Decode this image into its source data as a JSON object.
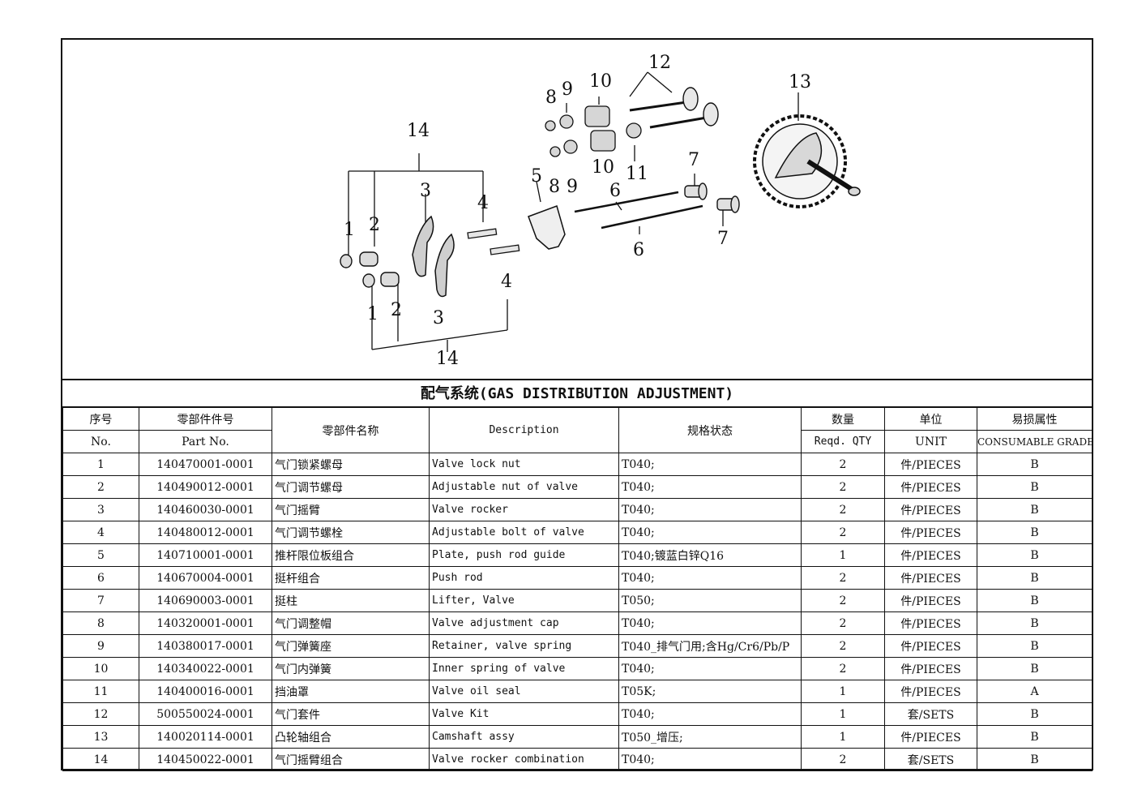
{
  "figure": {
    "callouts": [
      "1",
      "2",
      "3",
      "4",
      "5",
      "6",
      "7",
      "8",
      "9",
      "10",
      "11",
      "12",
      "13",
      "14"
    ]
  },
  "title": "配气系统(GAS DISTRIBUTION ADJUSTMENT)",
  "headers": {
    "no_cn": "序号",
    "no_en": "No.",
    "part_cn": "零部件件号",
    "part_en": "Part No.",
    "name_cn": "零部件名称",
    "desc": "Description",
    "spec_cn": "规格状态",
    "qty_cn": "数量",
    "qty_en": "Reqd. QTY",
    "unit_cn": "单位",
    "unit_en": "UNIT",
    "grade_cn": "易损属性",
    "grade_en": "CONSUMABLE GRADE"
  },
  "rows": [
    {
      "no": "1",
      "part": "140470001-0001",
      "name": "气门锁紧螺母",
      "desc": "Valve lock nut",
      "spec": "T040;",
      "qty": "2",
      "unit": "件/PIECES",
      "grade": "B"
    },
    {
      "no": "2",
      "part": "140490012-0001",
      "name": "气门调节螺母",
      "desc": "Adjustable nut of valve",
      "spec": "T040;",
      "qty": "2",
      "unit": "件/PIECES",
      "grade": "B"
    },
    {
      "no": "3",
      "part": "140460030-0001",
      "name": "气门摇臂",
      "desc": "Valve rocker",
      "spec": "T040;",
      "qty": "2",
      "unit": "件/PIECES",
      "grade": "B"
    },
    {
      "no": "4",
      "part": "140480012-0001",
      "name": "气门调节螺栓",
      "desc": "Adjustable bolt of valve",
      "spec": "T040;",
      "qty": "2",
      "unit": "件/PIECES",
      "grade": "B"
    },
    {
      "no": "5",
      "part": "140710001-0001",
      "name": "推杆限位板组合",
      "desc": "Plate, push rod guide",
      "spec": "T040;镀蓝白锌Q16",
      "qty": "1",
      "unit": "件/PIECES",
      "grade": "B"
    },
    {
      "no": "6",
      "part": "140670004-0001",
      "name": "挺杆组合",
      "desc": "Push rod",
      "spec": "T040;",
      "qty": "2",
      "unit": "件/PIECES",
      "grade": "B"
    },
    {
      "no": "7",
      "part": "140690003-0001",
      "name": "挺柱",
      "desc": "Lifter, Valve",
      "spec": "T050;",
      "qty": "2",
      "unit": "件/PIECES",
      "grade": "B"
    },
    {
      "no": "8",
      "part": "140320001-0001",
      "name": "气门调整帽",
      "desc": "Valve adjustment cap",
      "spec": "T040;",
      "qty": "2",
      "unit": "件/PIECES",
      "grade": "B"
    },
    {
      "no": "9",
      "part": "140380017-0001",
      "name": "气门弹簧座",
      "desc": "Retainer, valve spring",
      "spec": "T040_排气门用;含Hg/Cr6/Pb/P",
      "qty": "2",
      "unit": "件/PIECES",
      "grade": "B"
    },
    {
      "no": "10",
      "part": "140340022-0001",
      "name": "气门内弹簧",
      "desc": "Inner spring of valve",
      "spec": "T040;",
      "qty": "2",
      "unit": "件/PIECES",
      "grade": "B"
    },
    {
      "no": "11",
      "part": "140400016-0001",
      "name": "挡油罩",
      "desc": "Valve oil seal",
      "spec": "T05K;",
      "qty": "1",
      "unit": "件/PIECES",
      "grade": "A"
    },
    {
      "no": "12",
      "part": "500550024-0001",
      "name": "气门套件",
      "desc": "Valve Kit",
      "spec": "T040;",
      "qty": "1",
      "unit": "套/SETS",
      "grade": "B"
    },
    {
      "no": "13",
      "part": "140020114-0001",
      "name": "凸轮轴组合",
      "desc": "Camshaft assy",
      "spec": "T050_增压;",
      "qty": "1",
      "unit": "件/PIECES",
      "grade": "B"
    },
    {
      "no": "14",
      "part": "140450022-0001",
      "name": "气门摇臂组合",
      "desc": "Valve rocker combination",
      "spec": "T040;",
      "qty": "2",
      "unit": "套/SETS",
      "grade": "B"
    }
  ]
}
